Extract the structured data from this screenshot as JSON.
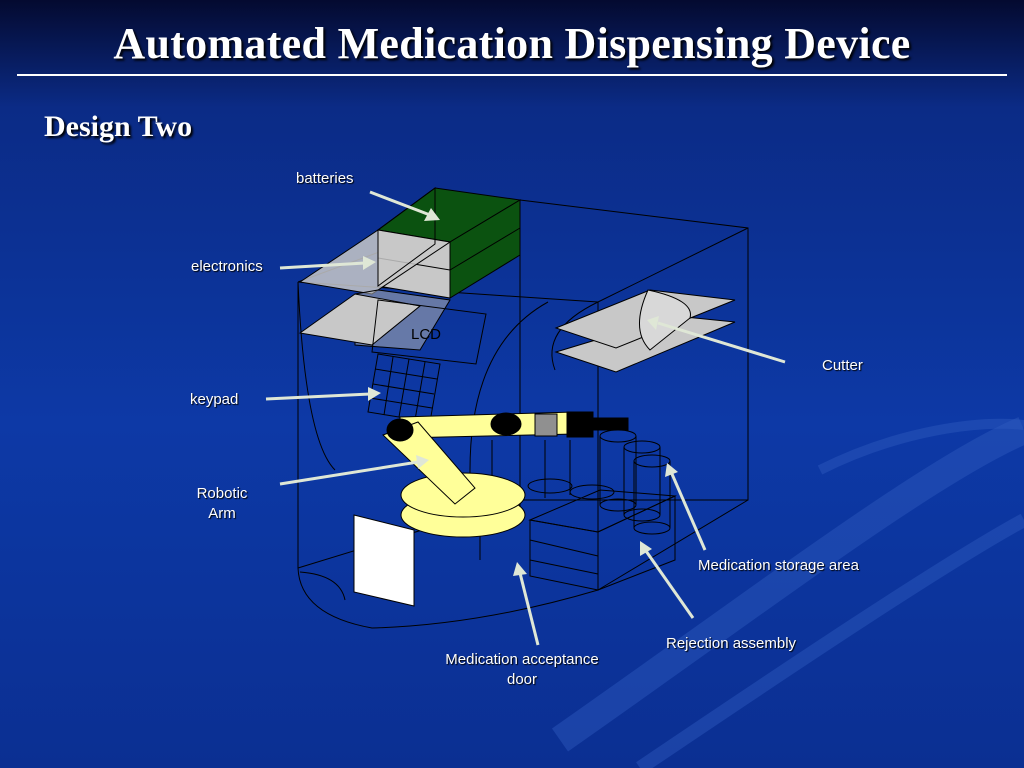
{
  "slide": {
    "title": "Automated Medication Dispensing Device",
    "subtitle": "Design Two"
  },
  "labels": {
    "batteries": "batteries",
    "electronics": "electronics",
    "lcd": "LCD",
    "keypad": "keypad",
    "robotic_arm_line1": "Robotic",
    "robotic_arm_line2": "Arm",
    "cutter": "Cutter",
    "medication_storage_area": "Medication storage area",
    "rejection_assembly": "Rejection assembly",
    "medication_acceptance_door_line1": "Medication acceptance",
    "medication_acceptance_door_line2": "door"
  },
  "colors": {
    "background": "#0d39a6",
    "title_text": "#ffffff",
    "battery_green": "#0b5210",
    "panel_gray": "#c8c8c8",
    "arm_yellow": "#ffff99",
    "arrow_fill": "#dfe7d6"
  }
}
